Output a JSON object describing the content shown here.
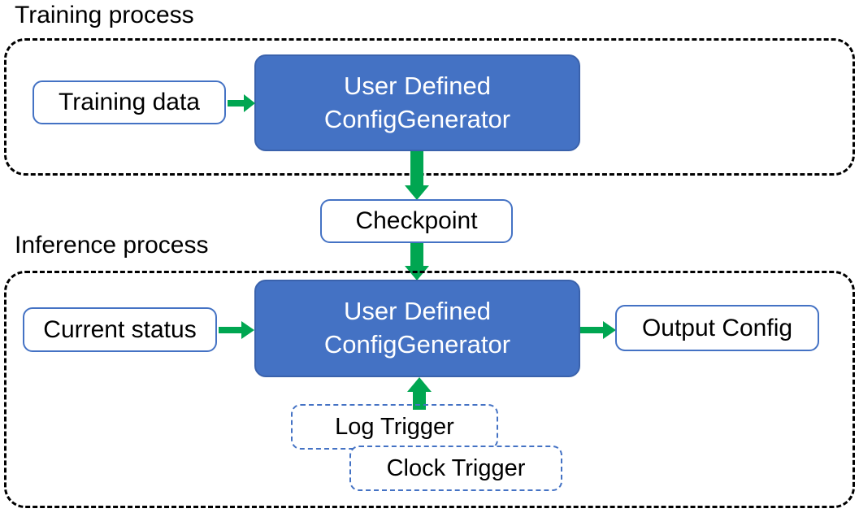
{
  "diagram": {
    "title_hidden": "",
    "colors": {
      "node_fill_blue": "#4472C4",
      "node_border_blue": "#4472C4",
      "arrow_green": "#00A651",
      "group_border": "#000000",
      "text_dark": "#000000",
      "text_light": "#FFFFFF",
      "background": "#FFFFFF"
    },
    "groups": [
      {
        "id": "training",
        "label": "Training process",
        "border_style": "dashed"
      },
      {
        "id": "inference",
        "label": "Inference process",
        "border_style": "dashed"
      }
    ],
    "nodes": {
      "training_data": {
        "label": "Training data",
        "style": "white-solid"
      },
      "training_generator": {
        "line1": "User Defined",
        "line2": "ConfigGenerator",
        "style": "blue-filled"
      },
      "checkpoint": {
        "label": "Checkpoint",
        "style": "white-solid"
      },
      "current_status": {
        "label": "Current status",
        "style": "white-solid"
      },
      "inference_generator": {
        "line1": "User Defined",
        "line2": "ConfigGenerator",
        "style": "blue-filled"
      },
      "output_config": {
        "label": "Output Config",
        "style": "white-solid"
      },
      "log_trigger": {
        "label": "Log Trigger",
        "style": "blue-dashed"
      },
      "clock_trigger": {
        "label": "Clock Trigger",
        "style": "blue-dashed"
      }
    },
    "edges": [
      {
        "id": "e1",
        "from": "training_data",
        "to": "training_generator",
        "direction": "right",
        "color": "#00A651"
      },
      {
        "id": "e2",
        "from": "training_generator",
        "to": "checkpoint",
        "direction": "down",
        "color": "#00A651"
      },
      {
        "id": "e3",
        "from": "checkpoint",
        "to": "inference_generator",
        "direction": "down",
        "color": "#00A651"
      },
      {
        "id": "e4",
        "from": "current_status",
        "to": "inference_generator",
        "direction": "right",
        "color": "#00A651"
      },
      {
        "id": "e5",
        "from": "inference_generator",
        "to": "output_config",
        "direction": "right",
        "color": "#00A651"
      },
      {
        "id": "e6",
        "from": "log_trigger",
        "to": "inference_generator",
        "direction": "up",
        "color": "#00A651"
      }
    ]
  }
}
